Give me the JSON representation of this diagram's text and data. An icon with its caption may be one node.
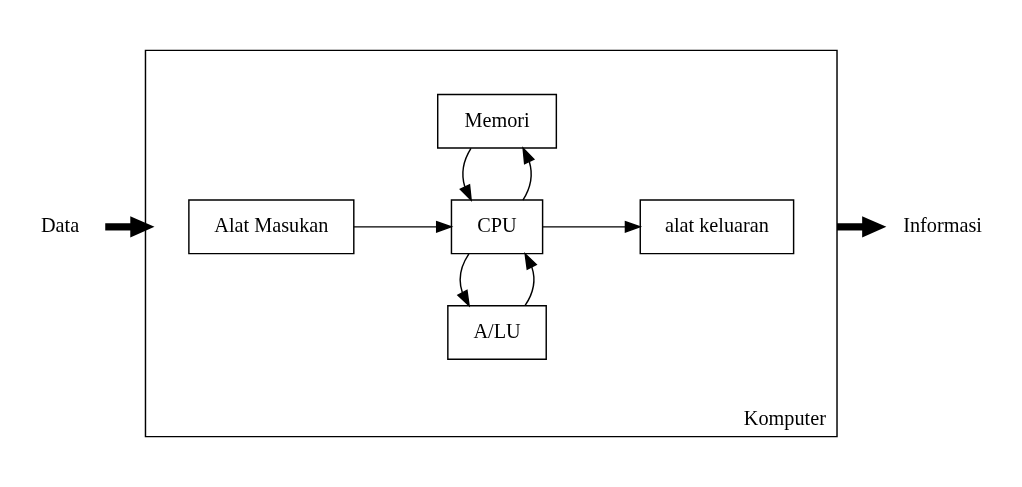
{
  "diagram": {
    "nodes": [
      {
        "text": [
          "Data"
        ]
      },
      {
        "text": [
          "Komputer"
        ]
      },
      {
        "text": [
          "Memori"
        ],
        "in": 1
      },
      {
        "text": [
          "Alat Masukan"
        ],
        "in": 1
      },
      {
        "text": [
          "CPU"
        ],
        "in": 1
      },
      {
        "text": [
          "alat keluaran"
        ],
        "in": 1
      },
      {
        "text": [
          "A/LU"
        ],
        "in": 1
      },
      {
        "text": [
          "Informasi"
        ]
      }
    ],
    "edges": [
      {
        "from": 0,
        "to": 1,
        "arrow": "to",
        "style": "thick"
      },
      {
        "from": 3,
        "to": 4,
        "arrow": "to"
      },
      {
        "from": 4,
        "to": 2,
        "arrow": "to"
      },
      {
        "from": 2,
        "to": 4,
        "arrow": "to"
      },
      {
        "from": 6,
        "to": 4,
        "arrow": "to"
      },
      {
        "from": 4,
        "to": 6,
        "arrow": "to"
      },
      {
        "from": 4,
        "to": 5,
        "arrow": "to"
      },
      {
        "from": 1,
        "to": 7,
        "arrow": "to",
        "style": "thick"
      }
    ]
  }
}
